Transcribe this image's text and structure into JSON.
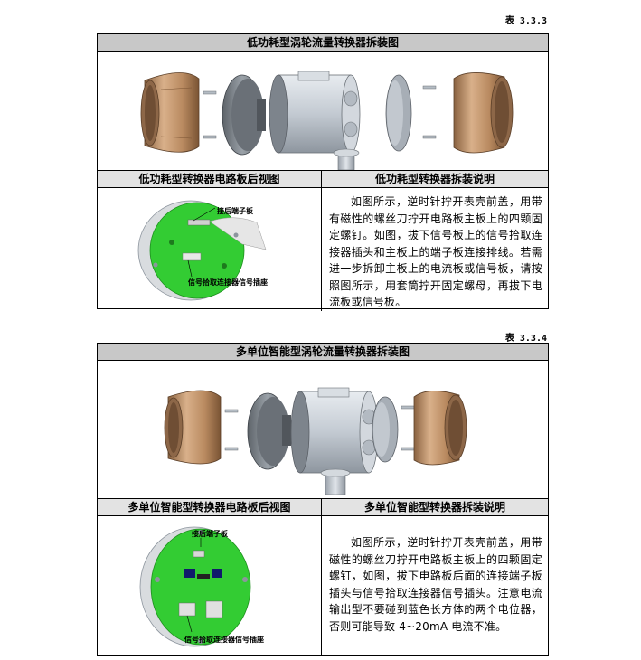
{
  "table1": {
    "label": "表 3.3.3",
    "title": "低功耗型涡轮流量转换器拆装图",
    "left_heading": "低功耗型转换器电路板后视图",
    "right_heading": "低功耗型转换器拆装说明",
    "callout_top": "接后端子板",
    "callout_bottom": "信号拾取连接器信号插座",
    "description": "如图所示，逆时针拧开表壳前盖，用带有磁性的螺丝刀拧开电路板主板上的四颗固定螺钉。如图，拔下信号板上的信号拾取连接器插头和主板上的端子板连接排线。若需进一步拆卸主板上的电流板或信号板，请按照图所示，用套筒拧开固定螺母，再拔下电流板或信号板。"
  },
  "table2": {
    "label": "表 3.3.4",
    "title": "多单位智能型涡轮流量转换器拆装图",
    "left_heading": "多单位智能型转换器电路板后视图",
    "right_heading": "多单位智能型转换器拆装说明",
    "callout_top": "接后端子板",
    "callout_bottom": "信号拾取连接器信号插座",
    "description": "如图所示，逆时针拧开表壳前盖，用带磁性的螺丝刀拧开电路板主板上的四颗固定螺钉，如图，拔下电路板后面的连接端子板插头与信号拾取连接器信号插头。注意电流输出型不要碰到蓝色长方体的两个电位器，否则可能导致 4~20mA 电流不准。"
  },
  "colors": {
    "bronze": "#c69a6e",
    "housing": "#c9d0d8",
    "pcb_green": "#33cc33",
    "title_gray": "#c8c8c8"
  }
}
